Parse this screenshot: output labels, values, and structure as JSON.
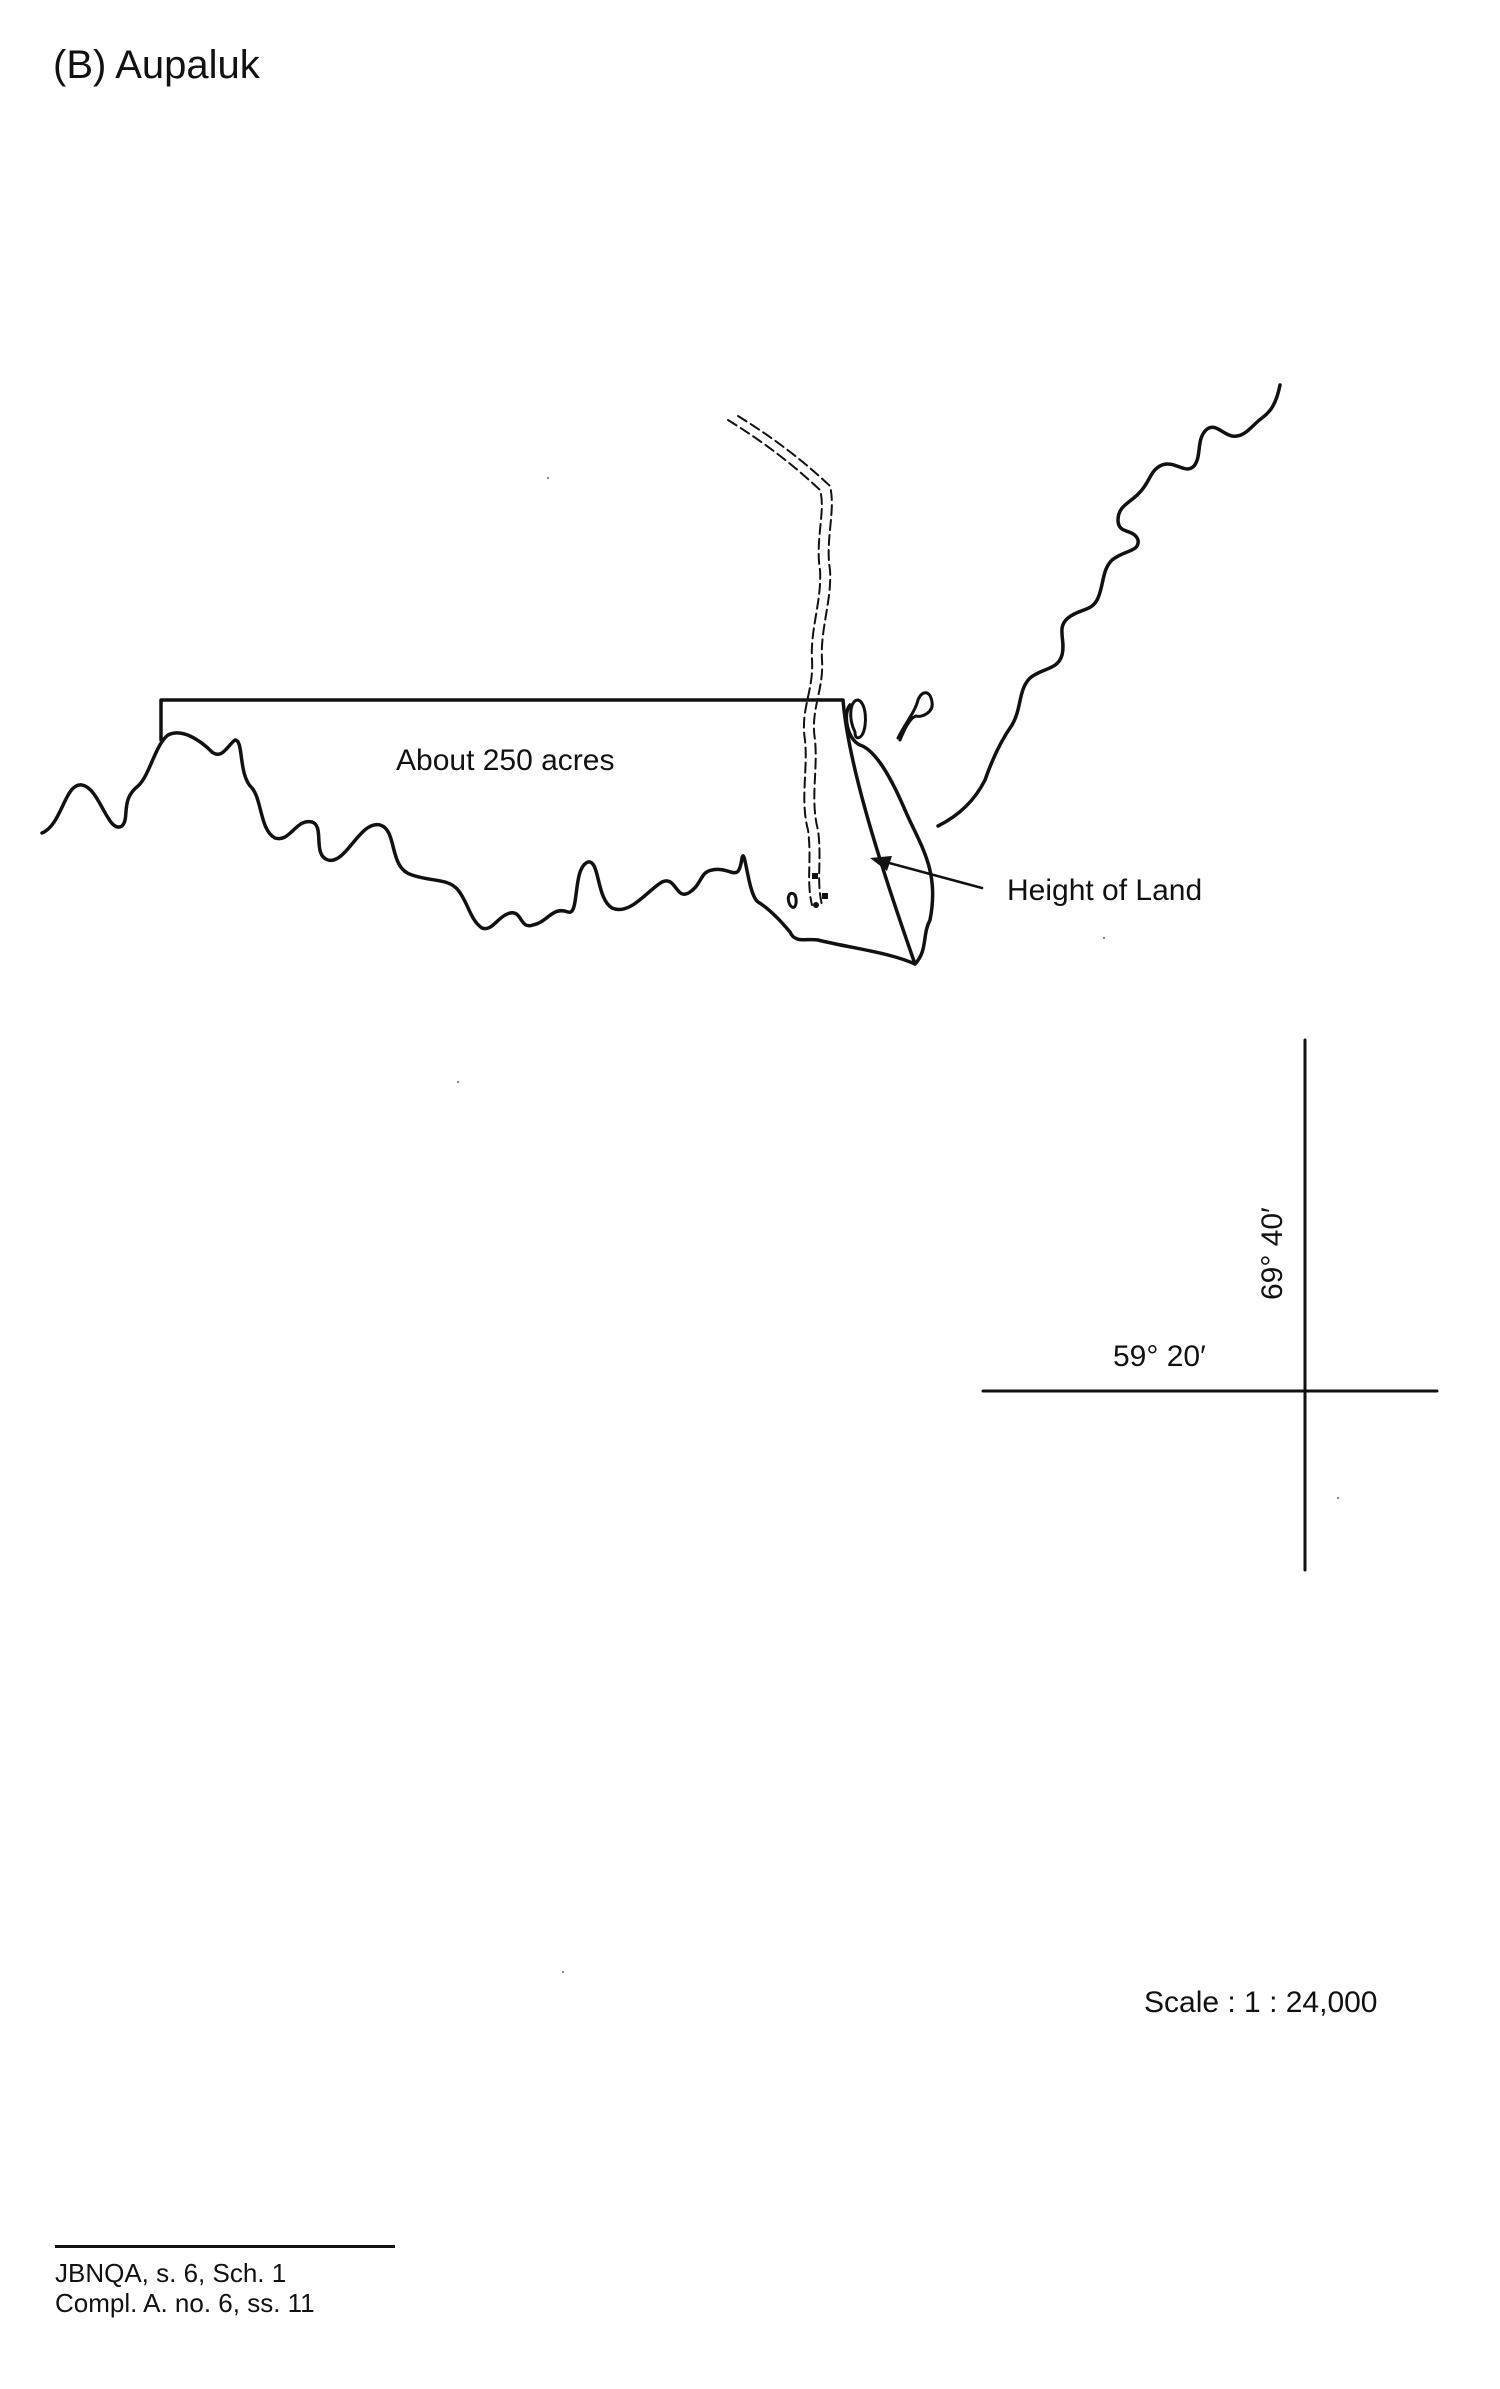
{
  "title": "(B) Aupaluk",
  "map": {
    "area_label": "About 250 acres",
    "callout_label": "Height of Land",
    "longitude_label": "69° 40′",
    "latitude_label": "59° 20′",
    "scale_label": "Scale : 1 : 24,000"
  },
  "footer": {
    "line1": "JBNQA, s. 6, Sch. 1",
    "line2": "Compl. A. no. 6, ss. 11"
  },
  "colors": {
    "ink": "#111111",
    "paper": "#ffffff"
  }
}
